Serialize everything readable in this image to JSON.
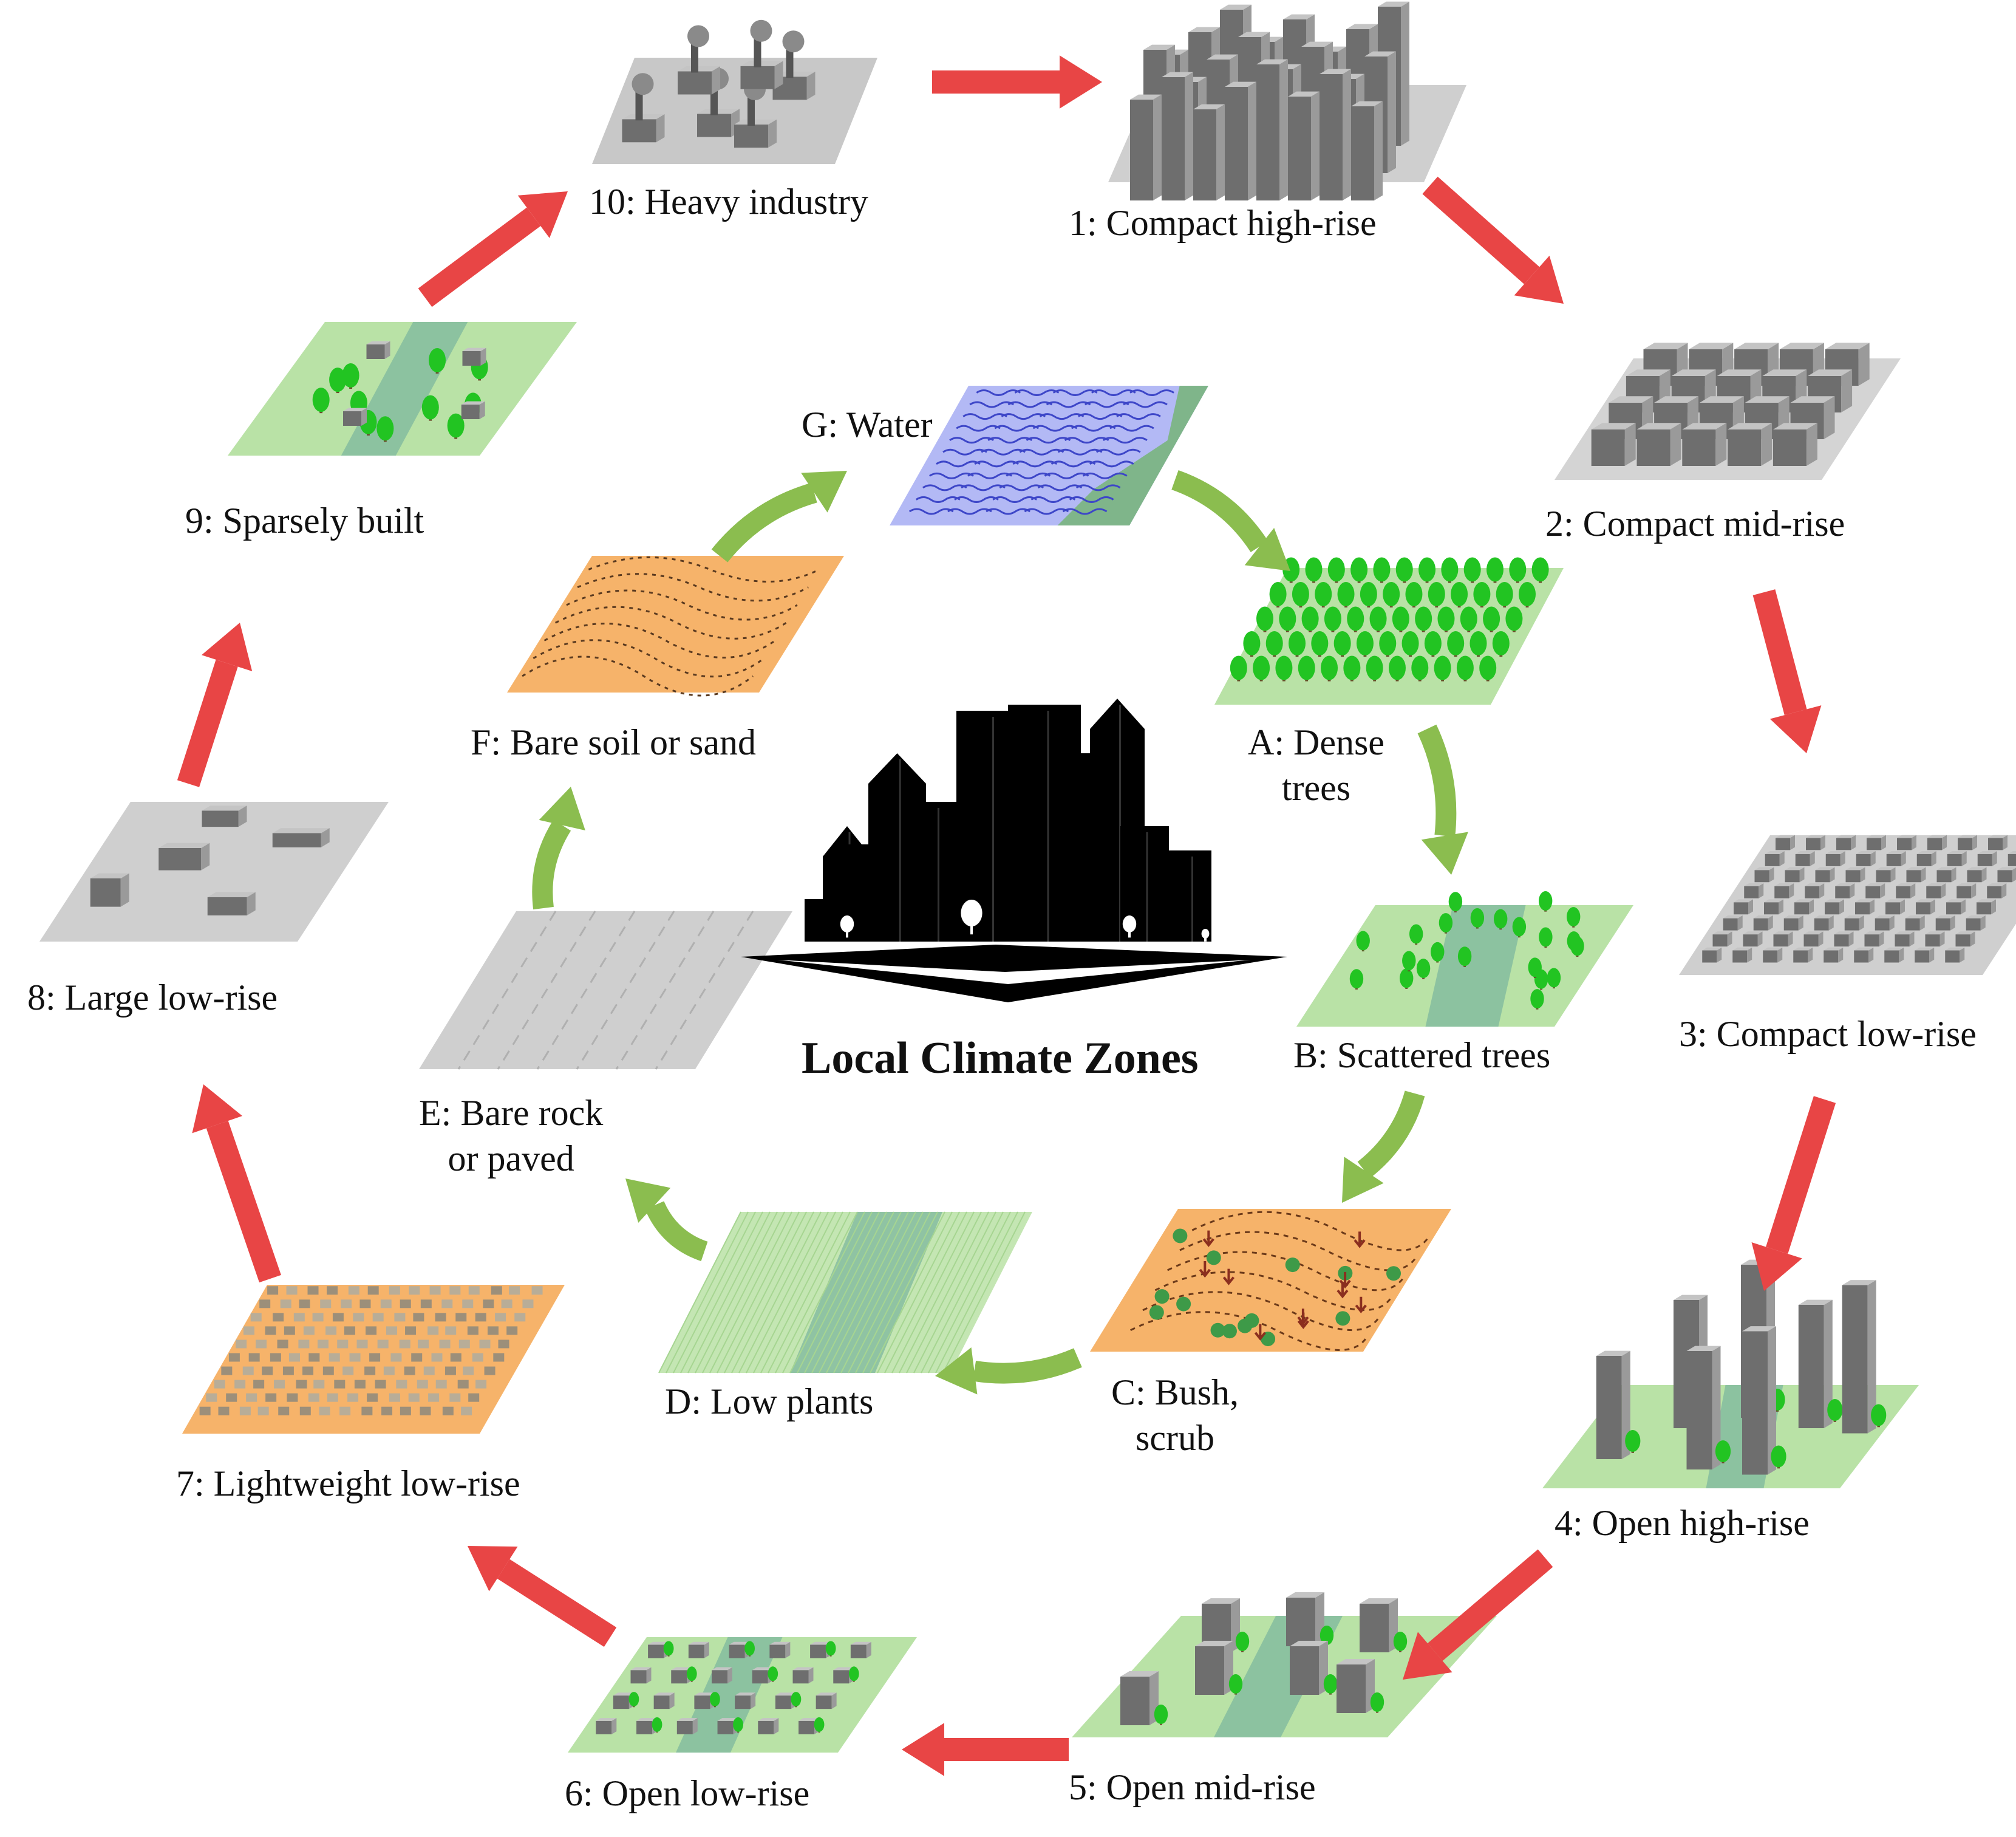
{
  "title": "Local Climate Zones",
  "colors": {
    "built_arrow": "#e84545",
    "natural_arrow": "#8bbd4f",
    "grass": "#b9e2a6",
    "grass_band": "#8cc2a0",
    "gray_ground": "#cfcfcf",
    "building_front": "#6e6e6e",
    "building_side": "#9a9a9a",
    "building_top": "#c4c4c4",
    "tree": "#22c422",
    "soil": "#f6b36a",
    "water": "#b3b9f5",
    "water_line": "#3d46c8",
    "shore": "#7fb58a"
  },
  "built_zones": [
    {
      "id": "z1",
      "label": "1: Compact high-rise"
    },
    {
      "id": "z2",
      "label": "2: Compact mid-rise"
    },
    {
      "id": "z3",
      "label": "3: Compact low-rise"
    },
    {
      "id": "z4",
      "label": "4: Open high-rise"
    },
    {
      "id": "z5",
      "label": "5: Open mid-rise"
    },
    {
      "id": "z6",
      "label": "6: Open low-rise"
    },
    {
      "id": "z7",
      "label": "7: Lightweight low-rise"
    },
    {
      "id": "z8",
      "label": "8: Large low-rise"
    },
    {
      "id": "z9",
      "label": "9: Sparsely built"
    },
    {
      "id": "z10",
      "label": "10: Heavy industry"
    }
  ],
  "natural_zones": [
    {
      "id": "G",
      "lines": [
        "G: Water"
      ]
    },
    {
      "id": "A",
      "lines": [
        "A: Dense",
        "trees"
      ]
    },
    {
      "id": "B",
      "lines": [
        "B: Scattered trees"
      ]
    },
    {
      "id": "C",
      "lines": [
        "C: Bush,",
        "scrub"
      ]
    },
    {
      "id": "D",
      "lines": [
        "D: Low plants"
      ]
    },
    {
      "id": "E",
      "lines": [
        "E: Bare rock",
        "or paved"
      ]
    },
    {
      "id": "F",
      "lines": [
        "F: Bare soil or sand"
      ]
    }
  ]
}
